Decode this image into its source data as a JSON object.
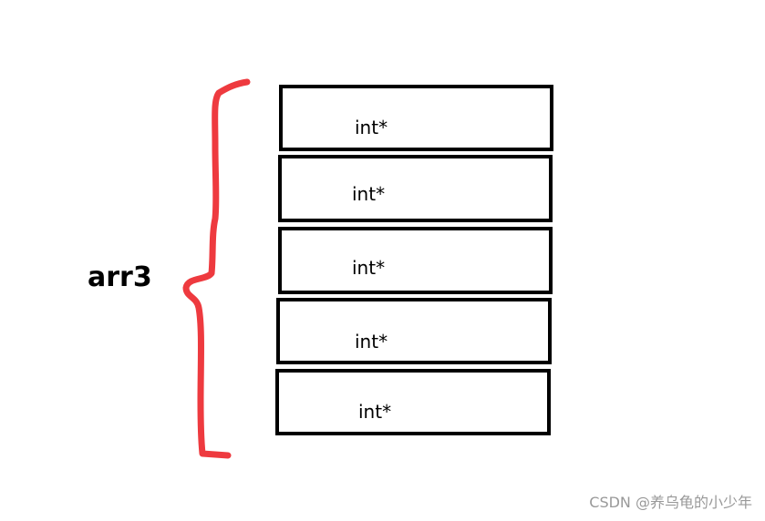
{
  "diagram": {
    "array_label": "arr3",
    "cells": [
      {
        "label": "int*"
      },
      {
        "label": "int*"
      },
      {
        "label": "int*"
      },
      {
        "label": "int*"
      },
      {
        "label": "int*"
      }
    ],
    "brace_color": "#ee3a3f",
    "border_color": "#000000"
  },
  "watermark": "CSDN @养乌龟的小少年"
}
